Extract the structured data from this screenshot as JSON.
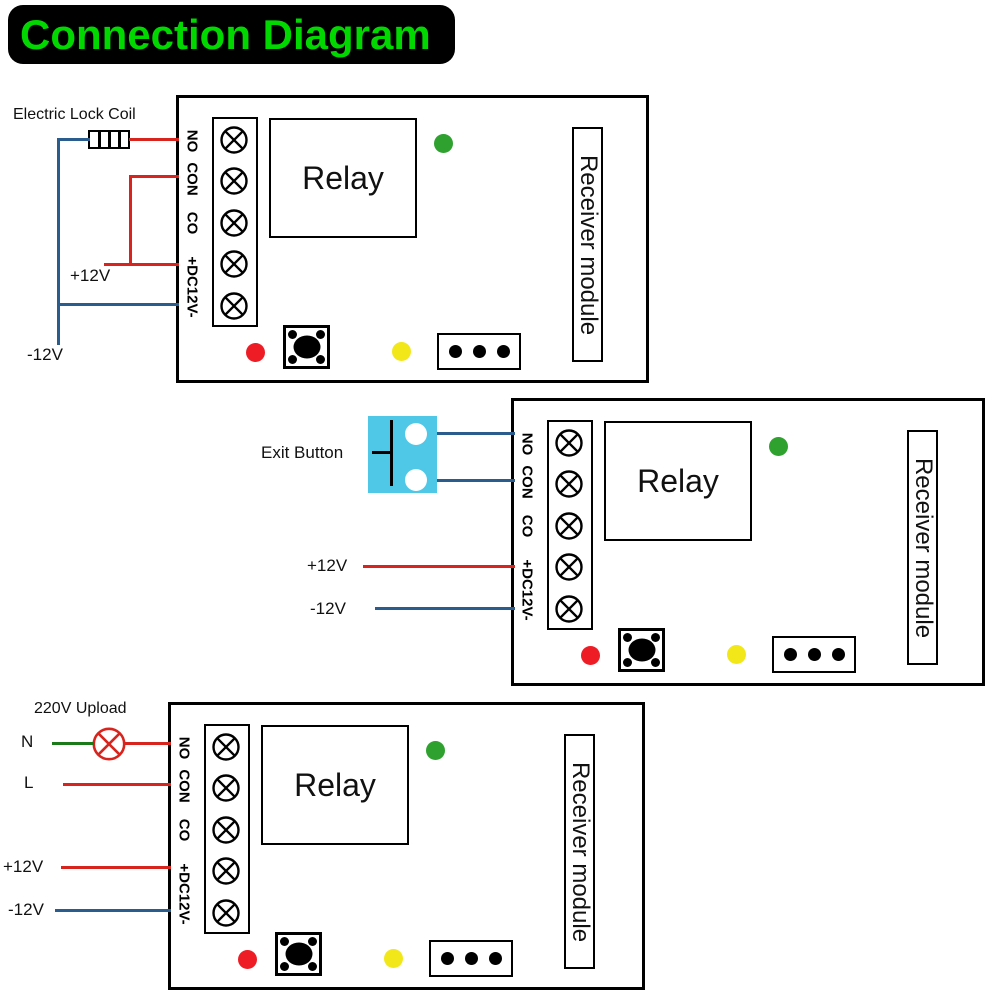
{
  "title": "Connection Diagram",
  "palette": {
    "title_green": "#00d800",
    "wire_red": "#d7251e",
    "wire_blue": "#2a5d8e",
    "wire_green": "#1a7a1a",
    "led_red": "#ee1c25",
    "led_green": "#2ea12e",
    "led_yellow": "#f2e719",
    "exit_button_cyan": "#4fc8e8"
  },
  "board": {
    "terminal_labels": [
      "NO",
      "CON",
      "CO",
      "+DC12V-"
    ],
    "relay_label": "Relay",
    "receiver_label": "Receiver module"
  },
  "electric_lock_diagram": {
    "device_label": "Electric Lock Coil",
    "plus_label": "+12V",
    "minus_label": "-12V"
  },
  "exit_button_diagram": {
    "device_label": "Exit Button",
    "plus_label": "+12V",
    "minus_label": "-12V"
  },
  "lamp_diagram": {
    "device_label": "220V Upload",
    "neutral_label": "N",
    "live_label": "L",
    "plus_label": "+12V",
    "minus_label": "-12V"
  }
}
